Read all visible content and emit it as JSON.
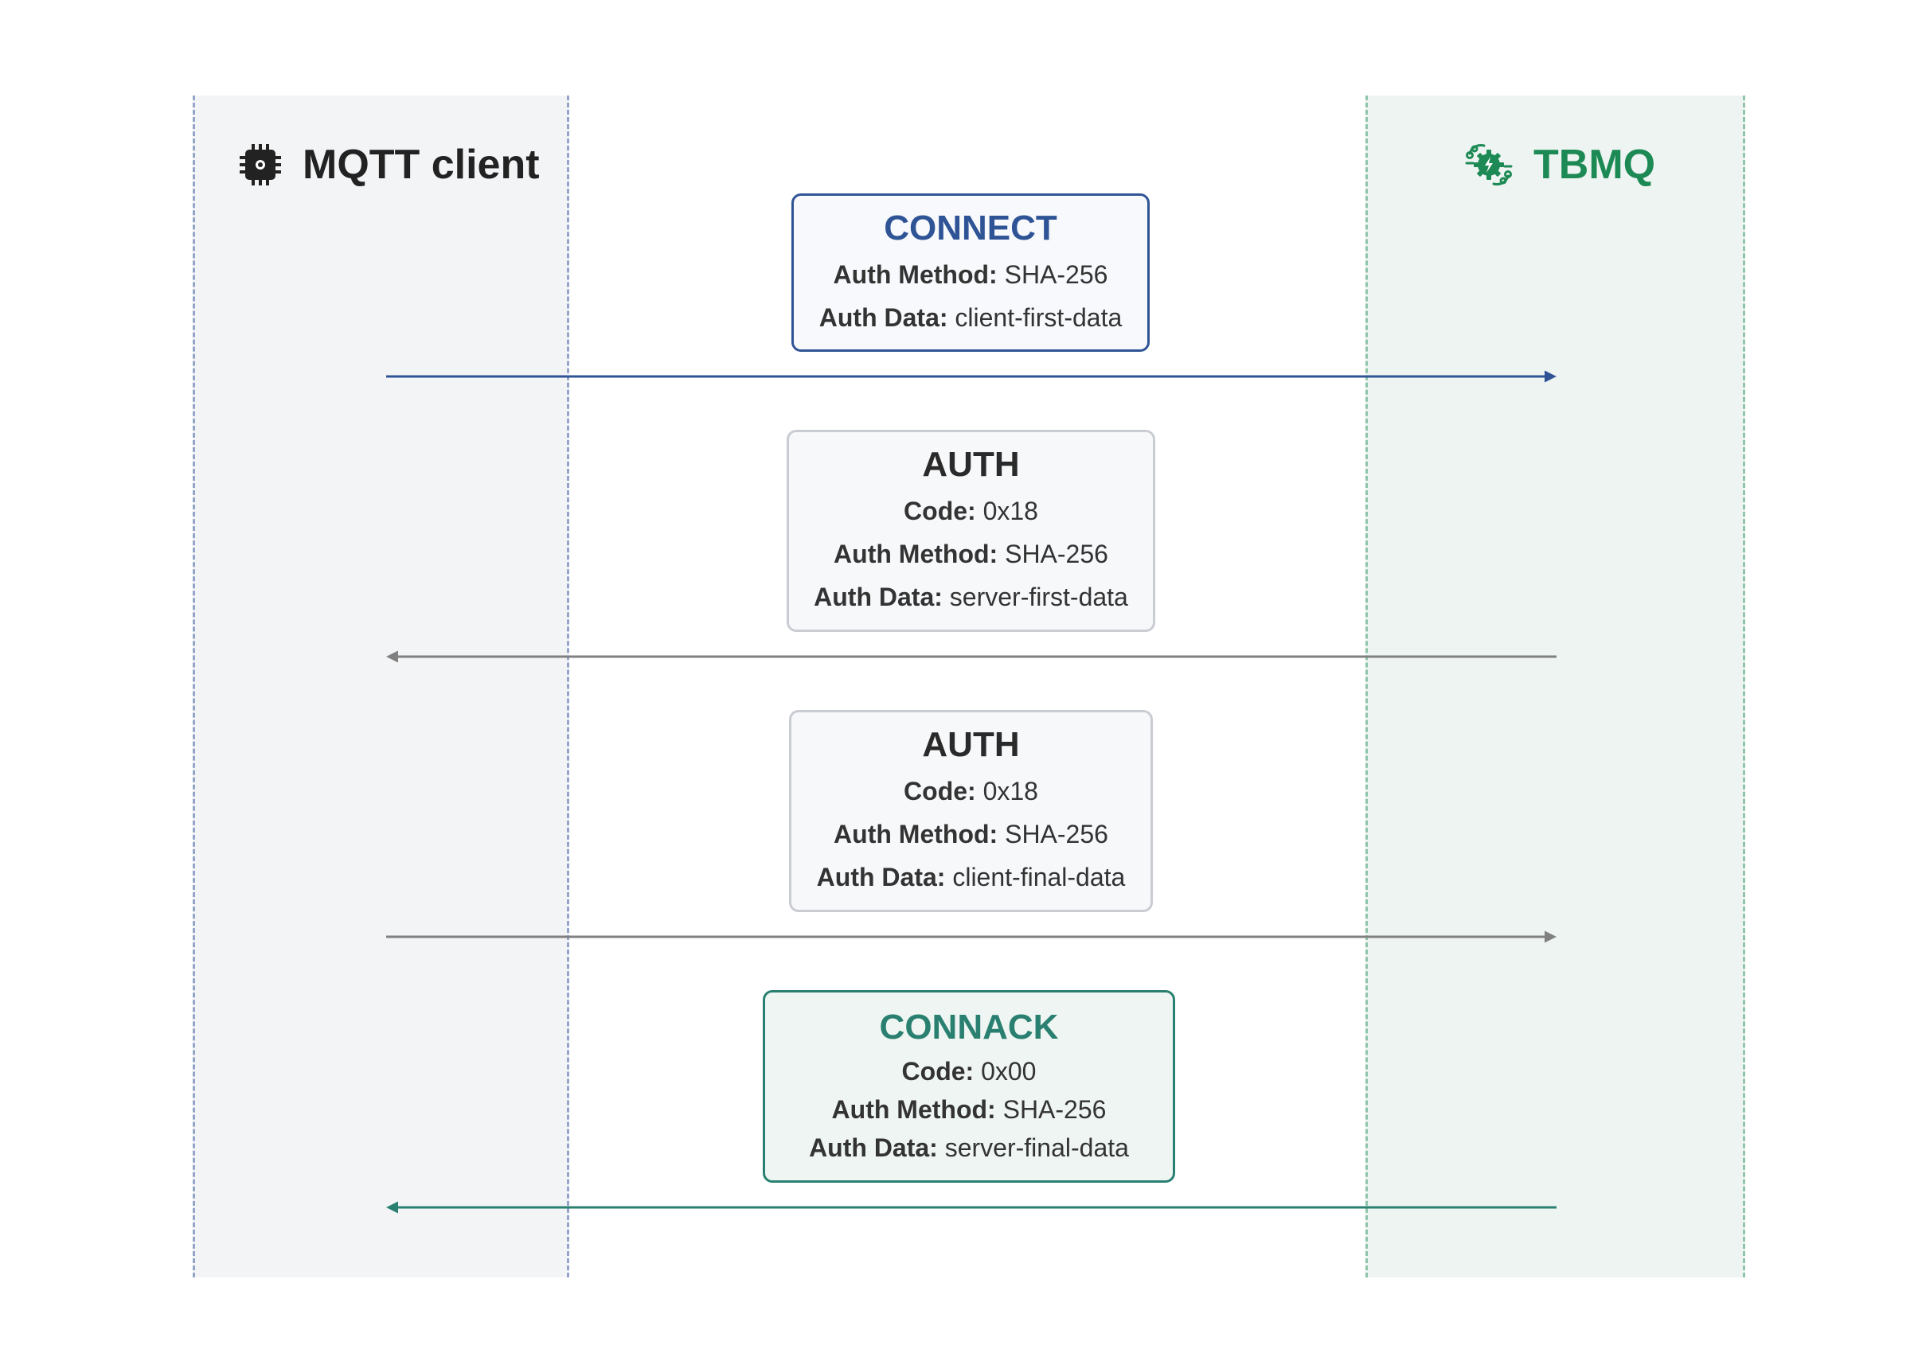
{
  "participants": {
    "client": {
      "label": "MQTT client",
      "icon": "chip-icon",
      "color": "#222222"
    },
    "server": {
      "label": "TBMQ",
      "icon": "tbmq-logo-icon",
      "color": "#1d8a55"
    }
  },
  "messages": [
    {
      "title": "CONNECT",
      "direction": "client-to-server",
      "color": "#2f5496",
      "lines": [
        {
          "key": "Auth Method:",
          "value": " SHA-256"
        },
        {
          "key": "Auth Data:",
          "value": " client-first-data"
        }
      ]
    },
    {
      "title": "AUTH",
      "direction": "server-to-client",
      "color": "#808080",
      "lines": [
        {
          "key": "Code:",
          "value": " 0x18"
        },
        {
          "key": "Auth Method:",
          "value": " SHA-256"
        },
        {
          "key": "Auth Data:",
          "value": " server-first-data"
        }
      ]
    },
    {
      "title": "AUTH",
      "direction": "client-to-server",
      "color": "#808080",
      "lines": [
        {
          "key": "Code:",
          "value": " 0x18"
        },
        {
          "key": "Auth Method:",
          "value": " SHA-256"
        },
        {
          "key": "Auth Data:",
          "value": " client-final-data"
        }
      ]
    },
    {
      "title": "CONNACK",
      "direction": "server-to-client",
      "color": "#2a8070",
      "lines": [
        {
          "key": "Code:",
          "value": " 0x00"
        },
        {
          "key": "Auth Method:",
          "value": " SHA-256"
        },
        {
          "key": "Auth Data:",
          "value": " server-final-data"
        }
      ]
    }
  ]
}
